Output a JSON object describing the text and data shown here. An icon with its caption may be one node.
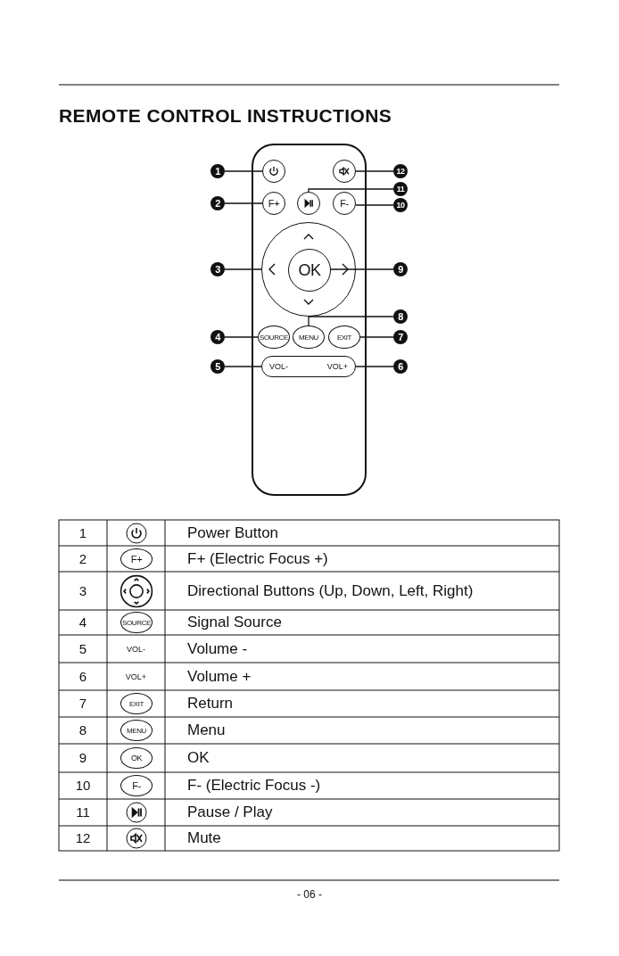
{
  "diagram": {
    "title": "REMOTE CONTROL INSTRUCTIONS",
    "nodes": [
      {
        "text": [
          "1"
        ]
      },
      {
        "text": [],
        "shape": "circle"
      },
      {
        "text": [],
        "shape": "circle"
      },
      {
        "text": [
          "12"
        ]
      },
      {
        "text": [
          "11"
        ]
      },
      {
        "text": [
          "2"
        ]
      },
      {
        "text": [
          "F+"
        ]
      },
      {
        "text": [],
        "shape": "circle"
      },
      {
        "text": [
          "F-"
        ]
      },
      {
        "text": [
          "10"
        ]
      },
      {
        "text": [
          "3"
        ]
      },
      {
        "text": [],
        "shape": "circle"
      },
      {
        "text": [
          "OK"
        ],
        "in": 11
      },
      {
        "text": [
          "9"
        ]
      },
      {
        "text": [
          "8"
        ]
      },
      {
        "text": [
          "4"
        ]
      },
      {
        "text": [
          "SOURCE"
        ]
      },
      {
        "text": [
          "MENU"
        ]
      },
      {
        "text": [
          "EXIT"
        ]
      },
      {
        "text": [
          "7"
        ]
      },
      {
        "text": [
          "5"
        ]
      },
      {
        "text": [
          "VOL-",
          "VOL+"
        ]
      },
      {
        "text": [
          "6"
        ]
      },
      {
        "text": [
          "F+"
        ]
      },
      {
        "text": [
          "SOURCE"
        ]
      },
      {
        "text": [
          "EXIT"
        ]
      },
      {
        "text": [
          "MENU"
        ]
      },
      {
        "text": [
          "OK"
        ]
      },
      {
        "text": [
          "F-"
        ]
      }
    ],
    "edges": [
      {
        "from": 0,
        "to": 1,
        "arrow": "none"
      },
      {
        "from": 3,
        "to": 2,
        "arrow": "none"
      },
      {
        "from": 4,
        "to": 7,
        "arrow": "none"
      },
      {
        "from": 5,
        "to": 6,
        "arrow": "none"
      },
      {
        "from": 9,
        "to": 8,
        "arrow": "none"
      },
      {
        "from": 10,
        "to": 11,
        "arrow": "none"
      },
      {
        "from": 13,
        "to": 12,
        "arrow": "none"
      },
      {
        "from": 14,
        "to": 17,
        "arrow": "none"
      },
      {
        "from": 15,
        "to": 16,
        "arrow": "none"
      },
      {
        "from": 19,
        "to": 18,
        "arrow": "none"
      },
      {
        "from": 20,
        "to": 21,
        "arrow": "none"
      },
      {
        "from": 22,
        "to": 21,
        "arrow": "none"
      }
    ],
    "labels": [
      "1",
      "Power Button",
      "2",
      "F+ (Electric Focus +)",
      "3",
      "Directional Buttons (Up, Down, Left, Right)",
      "4",
      "Signal Source",
      "5",
      "VOL-",
      "Volume -",
      "6",
      "VOL+",
      "Volume +",
      "7",
      "Return",
      "8",
      "Menu",
      "9",
      "OK",
      "10",
      "F- (Electric Focus -)",
      "11",
      "Pause / Play",
      "12",
      "Mute",
      "- 06 -"
    ]
  }
}
